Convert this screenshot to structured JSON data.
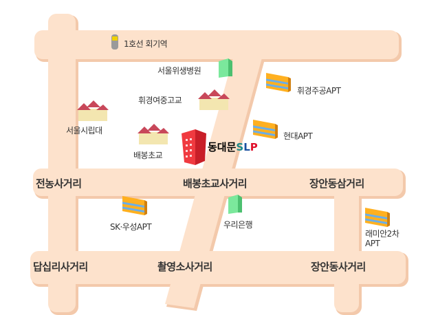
{
  "title": {
    "name": "동대문",
    "suffix_s": "S",
    "suffix_l": "L",
    "suffix_p": "P"
  },
  "landmarks": {
    "station": "1호선 회기역",
    "hospital": "서울위생병원",
    "girls_school": "휘경여중고교",
    "univ": "서울시립대",
    "baebong_school": "배봉초교",
    "hwikyung_apt": "휘경주공APT",
    "hyundai_apt": "현대APT",
    "sk_apt": "SK·우성APT",
    "woori_bank": "우리은행",
    "raemian_line1": "래미안2차",
    "raemian_line2": "APT"
  },
  "intersections": {
    "jeonnong": "전농사거리",
    "baebong": "배봉초교사거리",
    "jangan3": "장안동삼거리",
    "dapsimni": "답십리사거리",
    "chwaryeongso": "촬영소사거리",
    "jangan4": "장안동사거리"
  },
  "colors": {
    "road": "#fde2cc",
    "road_edge": "#f3c9ab",
    "brand_s": "#1a8a8a",
    "brand_l": "#1a4fa0",
    "brand_p": "#e0102a"
  }
}
